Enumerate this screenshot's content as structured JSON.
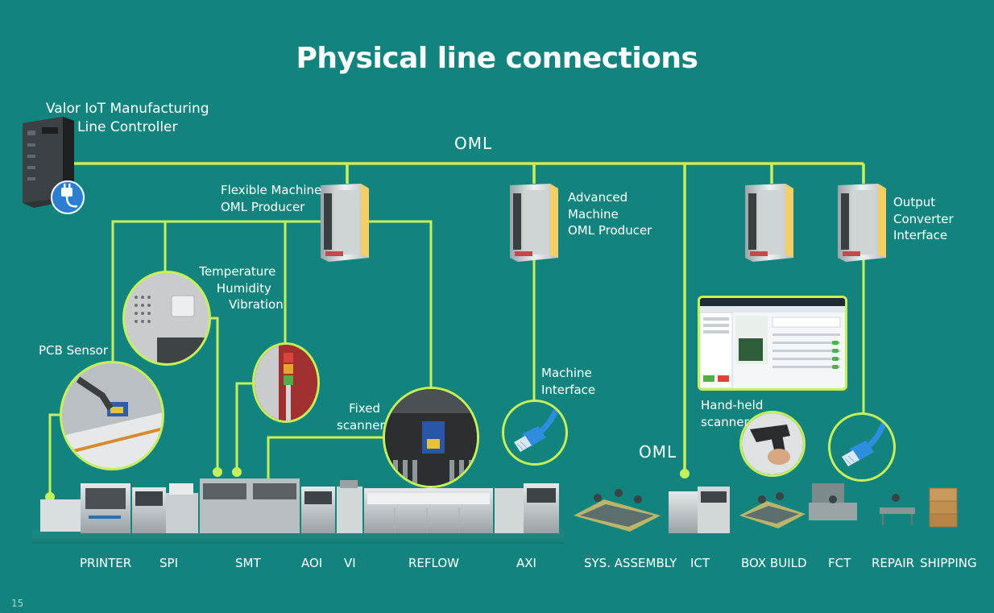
{
  "slide": {
    "title": "Physical line connections",
    "page_number": "15"
  },
  "labels": {
    "controller": [
      "Valor IoT Manufacturing",
      "Line Controller"
    ],
    "oml_top": "OML",
    "oml_mid": "OML",
    "flexible_producer": [
      "Flexible Machine",
      "OML Producer"
    ],
    "advanced_producer": [
      "Advanced",
      "Machine",
      "OML Producer"
    ],
    "output_converter": [
      "Output",
      "Converter",
      "Interface"
    ],
    "sensor_env": [
      "Temperature",
      "Humidity",
      "Vibration"
    ],
    "pcb_sensor": "PCB Sensor",
    "fixed_scanner": [
      "Fixed",
      "scanner"
    ],
    "machine_interface": [
      "Machine",
      "Interface"
    ],
    "handheld_scanner": [
      "Hand-held",
      "scanner"
    ]
  },
  "stations": [
    "PRINTER",
    "SPI",
    "SMT",
    "AOI",
    "VI",
    "REFLOW",
    "AXI",
    "SYS. ASSEMBLY",
    "ICT",
    "BOX BUILD",
    "FCT",
    "REPAIR",
    "SHIPPING"
  ],
  "icons": [
    "power-plug-icon",
    "ethernet-cable-icon",
    "barcode-scanner-icon",
    "signal-tower-icon"
  ],
  "colors": {
    "background": "#13837d",
    "connection_line": "#c6f05a",
    "text": "#ffffff"
  }
}
